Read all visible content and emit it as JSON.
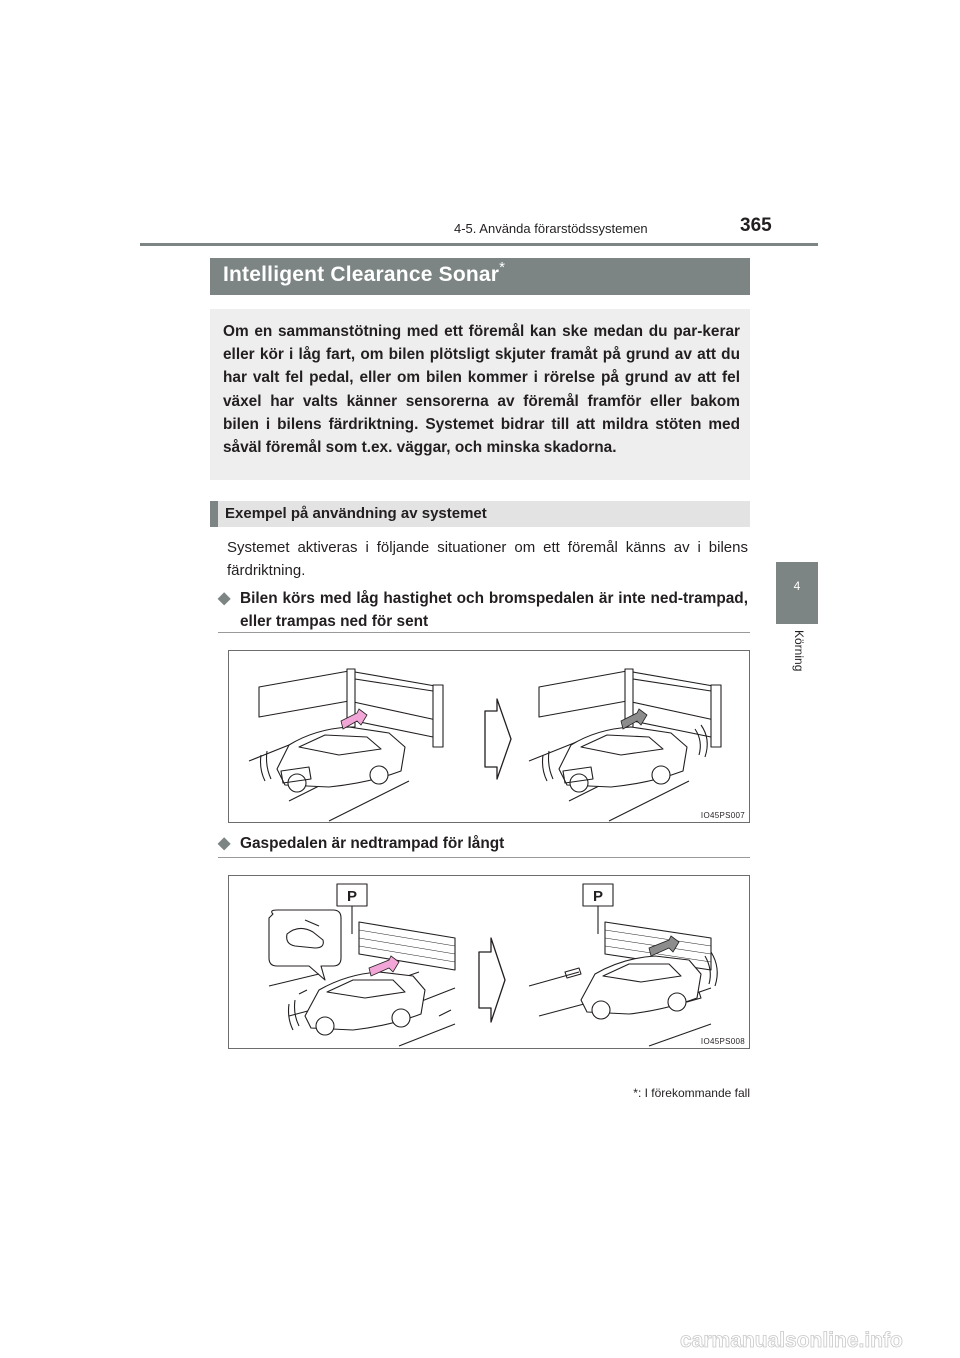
{
  "header": {
    "section": "4-5. Använda förarstödssystemen",
    "page_number": "365"
  },
  "side_tab": {
    "chapter_number": "4",
    "chapter_label": "Körning"
  },
  "title": {
    "text": "Intelligent Clearance Sonar",
    "marker": "*"
  },
  "intro": "Om en sammanstötning med ett föremål kan ske medan du par-kerar eller kör i låg fart, om bilen plötsligt skjuter framåt på grund av att du har valt fel pedal, eller om bilen kommer i rörelse på grund av att fel växel har valts känner sensorerna av föremål framför eller bakom bilen i bilens färdriktning. Systemet bidrar till att mildra stöten med såväl föremål som t.ex. väggar, och minska skadorna.",
  "section": {
    "heading": "Exempel på användning av systemet",
    "body": "Systemet aktiveras i följande situationer om ett föremål känns av i bilens färdriktning."
  },
  "bullets": [
    {
      "text": "Bilen körs med låg hastighet och bromspedalen är inte ned-trampad, eller trampas ned för sent",
      "figure_code": "IO45PS007",
      "marker_icon": "diamond-icon"
    },
    {
      "text": "Gaspedalen är nedtrampad för långt",
      "figure_code": "IO45PS008",
      "marker_icon": "diamond-icon"
    }
  ],
  "figure_labels": {
    "parking_sign": "P"
  },
  "footnote": {
    "star": "*",
    "text": ": I förekommande fall"
  },
  "watermark": "carmanualsonline.info",
  "colors": {
    "accent_gray": "#7c8584",
    "intro_bg": "#eeeeee",
    "arrow_pink": "#f2a6d8",
    "arrow_gray": "#8c8c8c"
  }
}
